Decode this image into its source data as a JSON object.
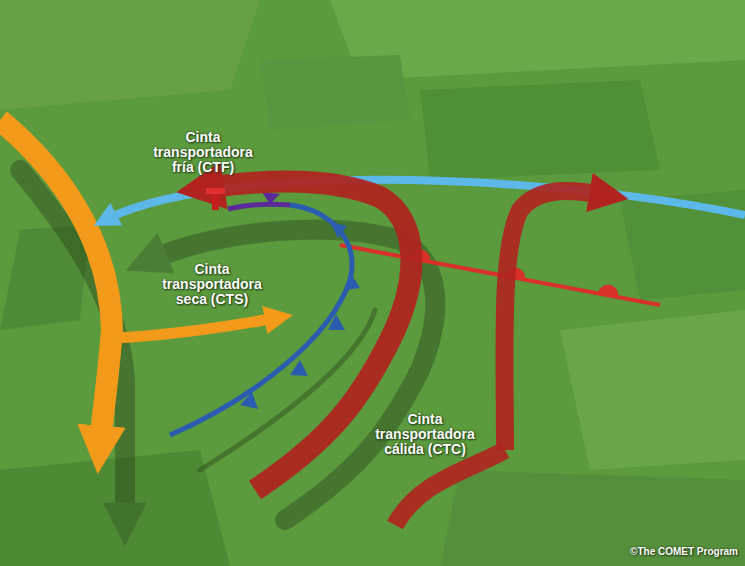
{
  "diagram": {
    "labels": [
      "Cinta transportadora fría (CTF)",
      "Cinta transportadora seca (CTS)",
      "Cinta transportadora cálida (CTC)",
      "©The COMET Program"
    ]
  }
}
